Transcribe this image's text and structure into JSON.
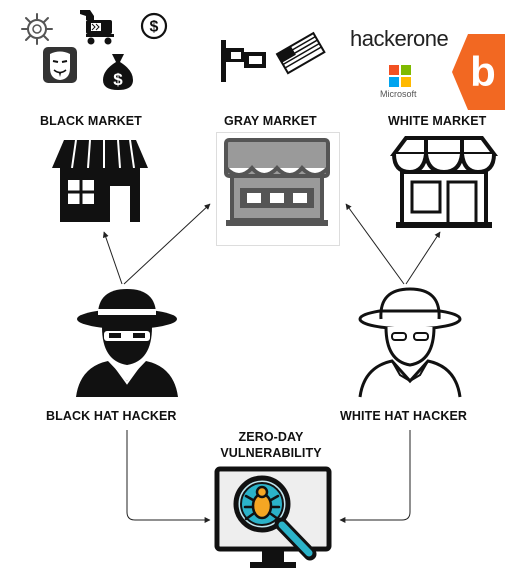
{
  "nodes": {
    "black_market": "BLACK MARKET",
    "gray_market": "GRAY MARKET",
    "white_market": "WHITE MARKET",
    "black_hat": "BLACK HAT HACKER",
    "white_hat": "WHITE HAT HACKER",
    "zero_day_line1": "ZERO-DAY",
    "zero_day_line2": "VULNERABILITY"
  },
  "brands": {
    "hackerone": "hackerone",
    "microsoft": "Microsoft",
    "bugcrowd_letter": "b"
  },
  "colors": {
    "store_black": "#111111",
    "store_gray": "#888888",
    "gray_awning": "#9a9a9a",
    "bug_orange": "#f5a623",
    "magnifier_teal": "#2bb3c9",
    "bugcrowd_orange": "#f26822",
    "ms_red": "#f25022",
    "ms_green": "#7fba00",
    "ms_blue": "#00a4ef",
    "ms_yellow": "#ffb900"
  },
  "icons": [
    "virus-icon",
    "trojan-horse-icon",
    "dollar-coin-icon",
    "anonymous-mask-icon",
    "money-bag-icon",
    "flags-icon"
  ]
}
